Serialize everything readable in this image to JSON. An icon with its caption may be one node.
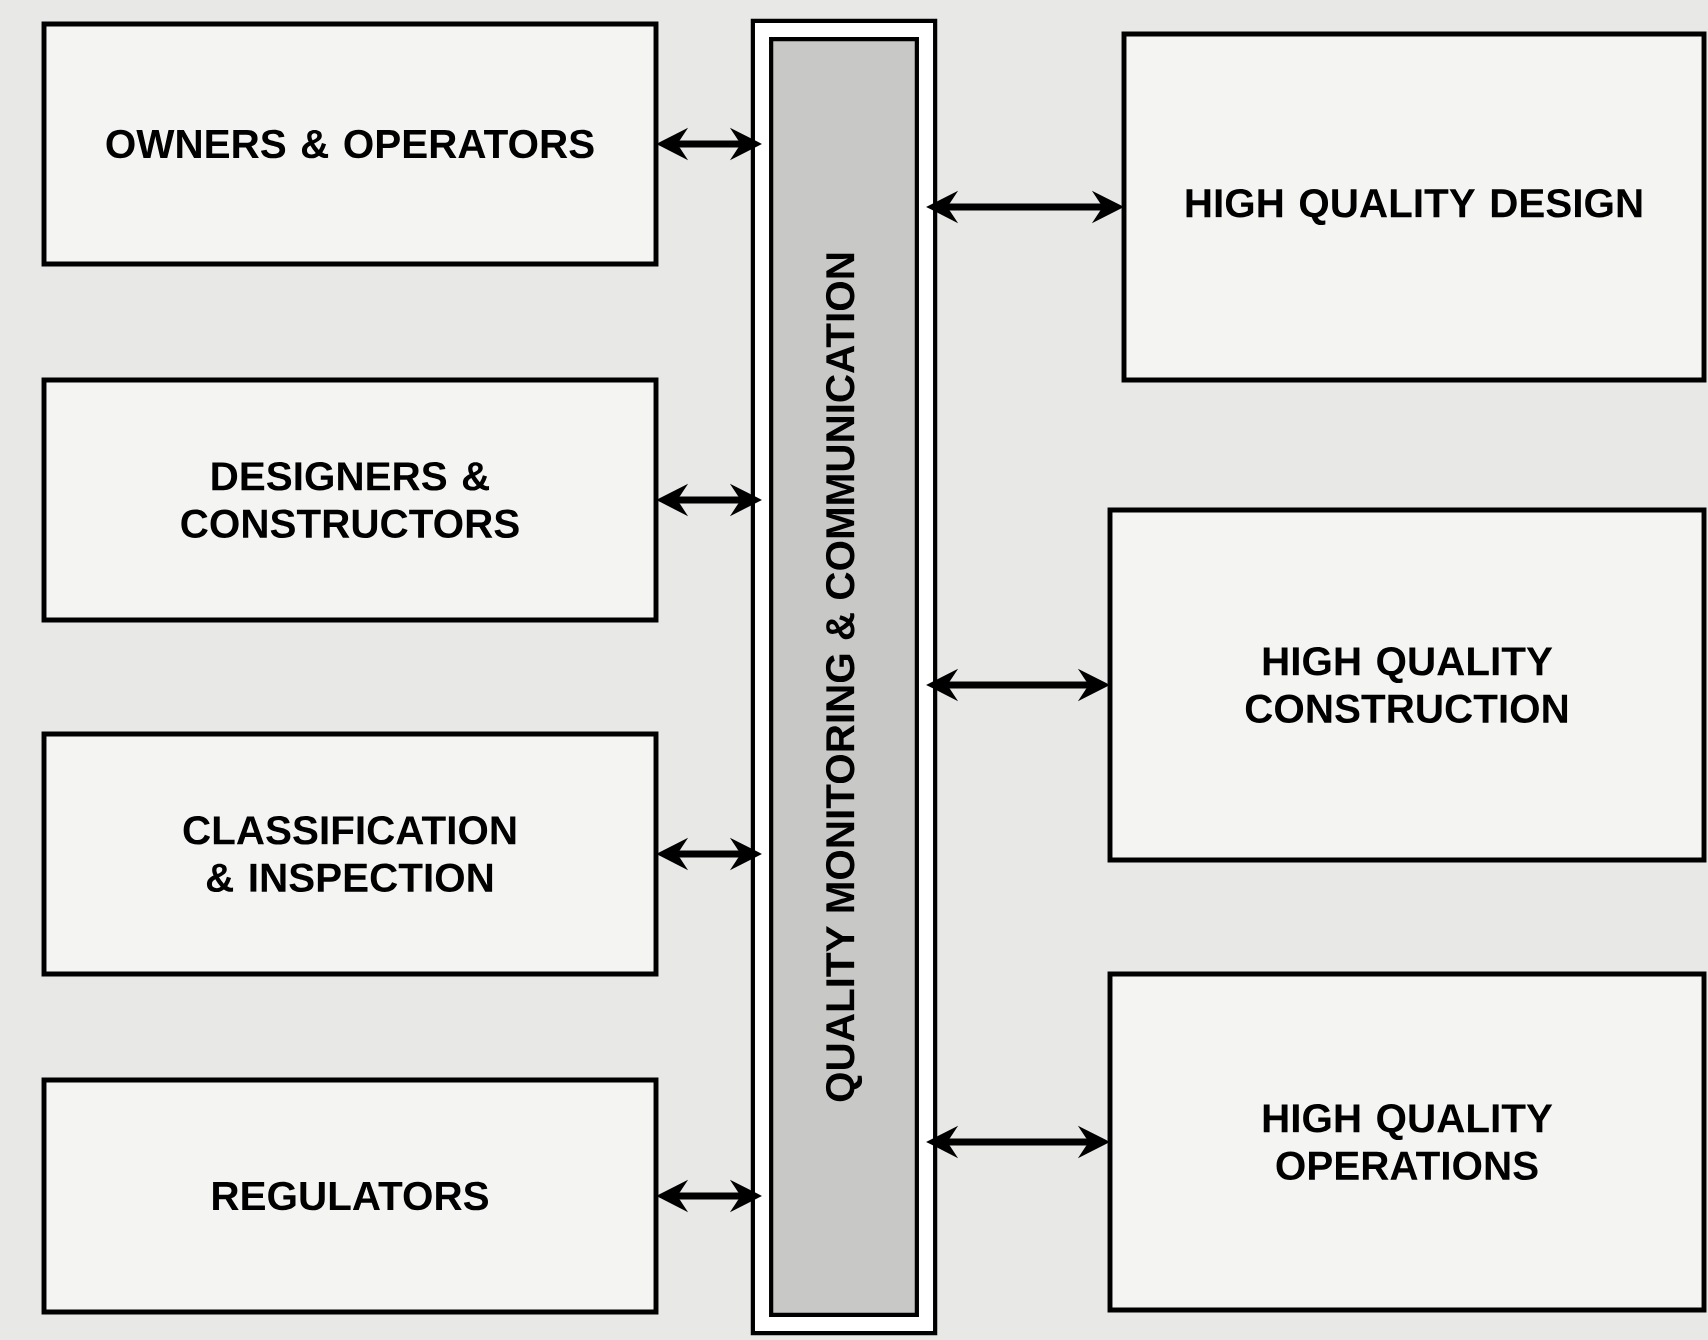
{
  "diagram": {
    "nodes": [
      {
        "text": [
          "OWNERS & OPERATORS"
        ]
      },
      {
        "text": [
          "DESIGNERS & CONSTRUCTORS"
        ]
      },
      {
        "text": [
          "CLASSIFICATION & INSPECTION"
        ]
      },
      {
        "text": [
          "REGULATORS"
        ]
      },
      {
        "text": [
          "QUALITY MONITORING & COMMUNICATION"
        ]
      },
      {
        "text": [
          "HIGH QUALITY DESIGN"
        ]
      },
      {
        "text": [
          "HIGH QUALITY CONSTRUCTION"
        ]
      },
      {
        "text": [
          "HIGH QUALITY OPERATIONS"
        ]
      }
    ],
    "edges": [
      {
        "from": 0,
        "to": 4,
        "arrow": "both"
      },
      {
        "from": 1,
        "to": 4,
        "arrow": "both"
      },
      {
        "from": 2,
        "to": 4,
        "arrow": "both"
      },
      {
        "from": 3,
        "to": 4,
        "arrow": "both"
      },
      {
        "from": 4,
        "to": 5,
        "arrow": "both"
      },
      {
        "from": 4,
        "to": 6,
        "arrow": "both"
      },
      {
        "from": 4,
        "to": 7,
        "arrow": "both"
      }
    ]
  }
}
